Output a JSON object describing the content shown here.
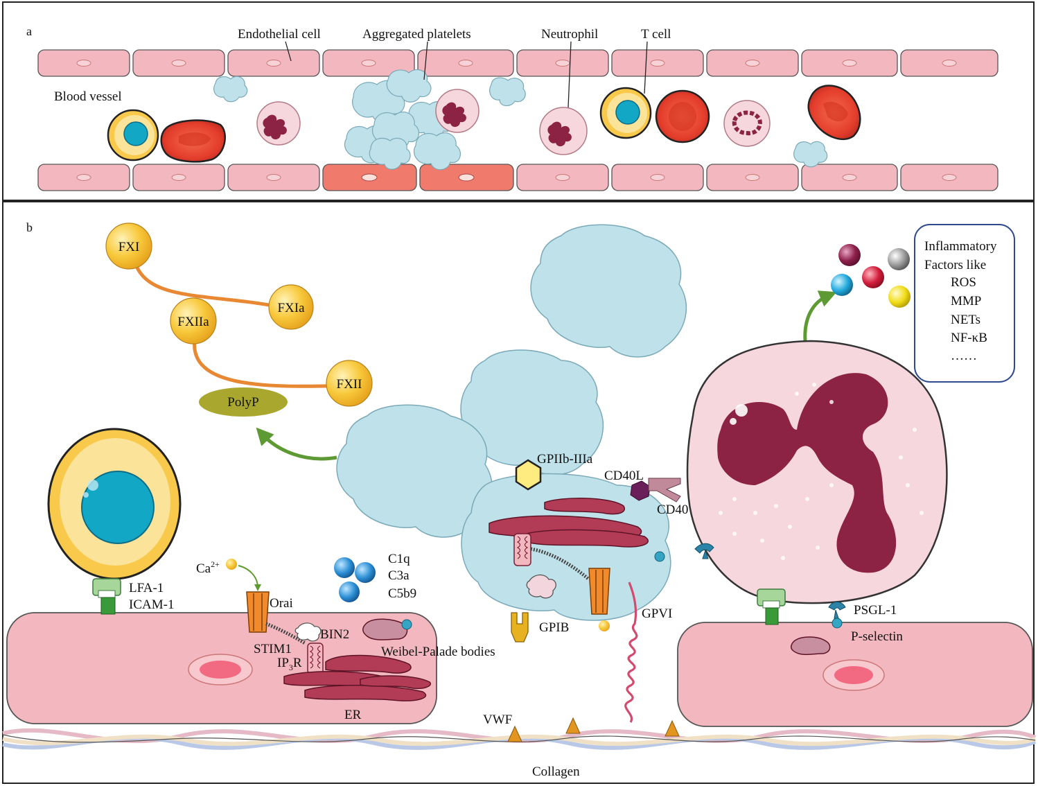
{
  "panels": {
    "a": {
      "tag": "a",
      "labels": {
        "endothelial": "Endothelial cell",
        "platelets": "Aggregated platelets",
        "neutrophil": "Neutrophil",
        "tcell": "T cell",
        "vessel": "Blood vessel"
      }
    },
    "b": {
      "tag": "b",
      "cascade": {
        "fxi": "FXI",
        "fxia": "FXIa",
        "fxiia": "FXIIa",
        "fxii": "FXII",
        "polyp": "PolyP"
      },
      "inflammatory": {
        "title_line1": "Inflammatory",
        "title_line2": "Factors like",
        "items": [
          "ROS",
          "MMP",
          "NETs",
          "NF-κB",
          "……"
        ]
      },
      "labels": {
        "lfa1": "LFA-1",
        "icam1": "ICAM-1",
        "ca": "Ca",
        "ca_sup": "2+",
        "orai": "Orai",
        "stim1": "STIM1",
        "ip3r_main": "IP",
        "ip3r_sub": "3",
        "ip3r_tail": "R",
        "bin2": "BIN2",
        "weibel": "Weibel-Palade bodies",
        "er": "ER",
        "c1q": "C1q",
        "c3a": "C3a",
        "c5b9": "C5b9",
        "gpiib": "GPIIb-IIIa",
        "cd40l": "CD40L",
        "cd40": "CD40",
        "gpib": "GPIB",
        "gpvi": "GPVI",
        "psgl1": "PSGL-1",
        "pselectin": "P-selectin",
        "vwf": "VWF",
        "collagen": "Collagen"
      }
    }
  },
  "colors": {
    "endothelium": "#f3b8bf",
    "endothelium_active": "#f07a6c",
    "platelet": "#bfe1ea",
    "rbc": "#e8412f",
    "tcell_body": "#f8c94a",
    "tcell_nucleus": "#12a7c4",
    "neutrophil_body": "#f7d7de",
    "neutrophil_nucleus": "#8c2345",
    "factor_ball": "#f8c93c",
    "chain": "#e88833",
    "polyp": "#a9a72e",
    "arrow_green": "#5e9a33",
    "er": "#b23b56",
    "box_border": "#2f4a8c"
  }
}
